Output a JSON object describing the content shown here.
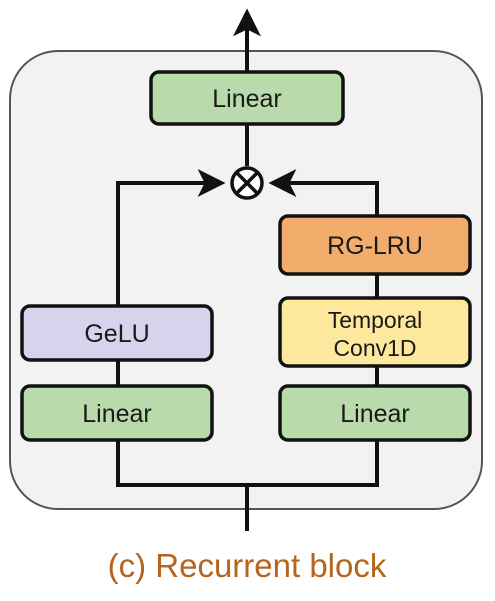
{
  "diagram": {
    "caption": "(c) Recurrent block",
    "blocks": {
      "top_linear": "Linear",
      "gelu": "GeLU",
      "left_linear": "Linear",
      "rg_lru": "RG-LRU",
      "temporal_conv_line1": "Temporal",
      "temporal_conv_line2": "Conv1D",
      "right_linear": "Linear"
    },
    "colors": {
      "linear": "#b9dbab",
      "gelu": "#d9d2ec",
      "rg_lru": "#f2ac6b",
      "temporal_conv": "#fde89d",
      "container": "#f2f2f2",
      "line": "#111111",
      "caption": "#b5651d"
    }
  }
}
